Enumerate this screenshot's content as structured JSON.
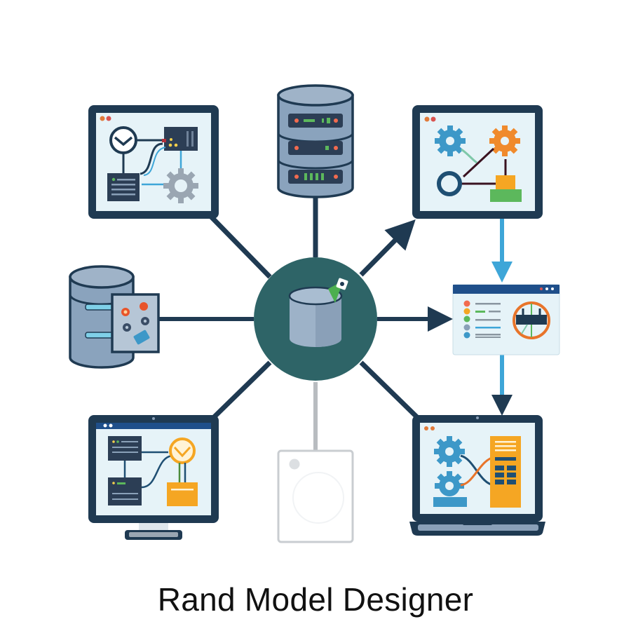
{
  "caption": {
    "title": "Rand Model Designer"
  },
  "hub": {
    "icon": "database-cylinder-icon",
    "badge_icon": "plug-arrow-icon",
    "fill": "#2e6467"
  },
  "nodes": [
    {
      "id": "top-left-monitor",
      "icon": "workflow-monitor-icon"
    },
    {
      "id": "top-server",
      "icon": "server-rack-icon"
    },
    {
      "id": "top-right-monitor",
      "icon": "gears-flow-monitor-icon"
    },
    {
      "id": "left-database",
      "icon": "database-settings-icon"
    },
    {
      "id": "right-browser",
      "icon": "browser-list-icon"
    },
    {
      "id": "bottom-left-desktop",
      "icon": "desktop-workflow-icon"
    },
    {
      "id": "bottom-blank-panel",
      "icon": "blank-panel-icon"
    },
    {
      "id": "bottom-right-laptop",
      "icon": "laptop-gears-icon"
    }
  ],
  "colors": {
    "frame_dark": "#1f3a52",
    "screen_bg": "#e6f3f8",
    "connector": "#1f3a52",
    "flow_blue": "#3ea6d8",
    "accent_orange": "#f08a2c",
    "accent_gold": "#f5a623",
    "accent_green": "#5cb85c",
    "gear_blue": "#3d98c8",
    "steel": "#8fa6bd",
    "panel_gray": "#c9cdd1"
  }
}
